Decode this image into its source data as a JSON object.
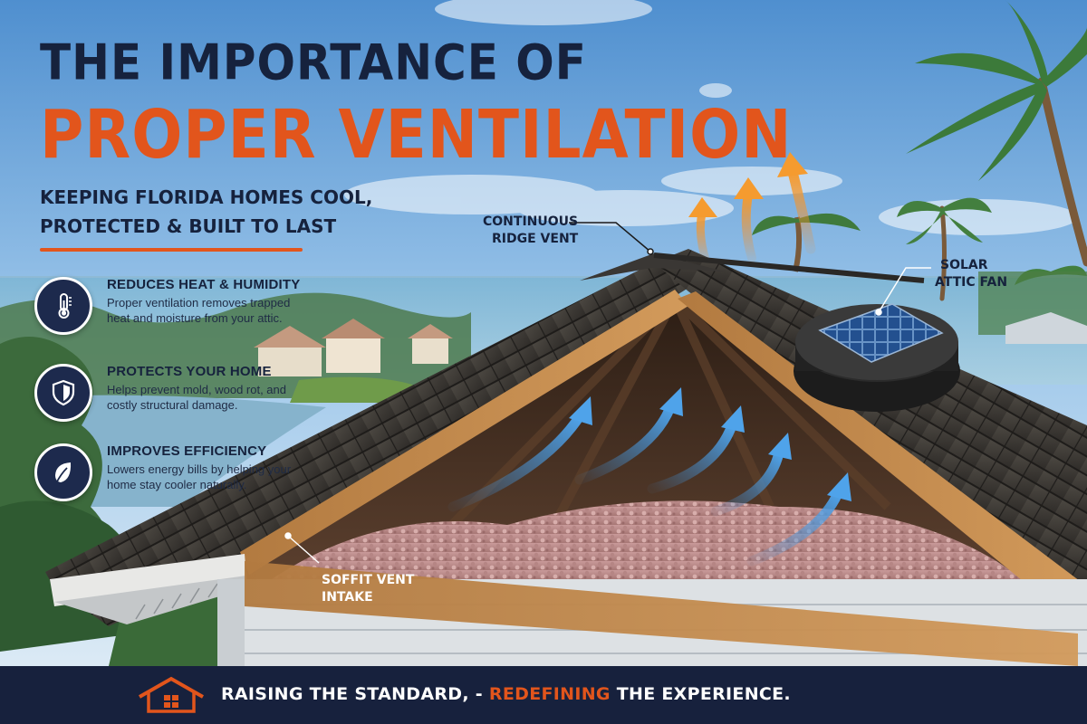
{
  "header": {
    "title_line1": "THE IMPORTANCE OF",
    "title_line2": "PROPER VENTILATION",
    "subtitle_line1": "KEEPING FLORIDA HOMES COOL,",
    "subtitle_line2": "PROTECTED & BUILT TO LAST"
  },
  "benefits": [
    {
      "icon": "thermometer-icon",
      "title": "REDUCES HEAT & HUMIDITY",
      "description": "Proper ventilation removes trapped heat and moisture from your attic."
    },
    {
      "icon": "shield-icon",
      "title": "PROTECTS YOUR HOME",
      "description": "Helps prevent mold, wood rot, and costly structural damage."
    },
    {
      "icon": "leaf-icon",
      "title": "IMPROVES EFFICIENCY",
      "description": "Lowers energy bills by helping your home stay cooler naturally."
    }
  ],
  "callouts": {
    "ridge_vent_line1": "CONTINUOUS",
    "ridge_vent_line2": "RIDGE VENT",
    "solar_fan_line1": "SOLAR",
    "solar_fan_line2": "ATTIC FAN",
    "soffit_line1": "SOFFIT VENT",
    "soffit_line2": "INTAKE"
  },
  "footer": {
    "tagline_part1": "RAISING THE STANDARD, - ",
    "tagline_accent": "REDEFINING",
    "tagline_part2": " THE EXPERIENCE."
  },
  "colors": {
    "navy": "#17213d",
    "orange": "#e2551c",
    "sky": "#6fa9d9",
    "airflow_blue": "#3f8fd6"
  }
}
